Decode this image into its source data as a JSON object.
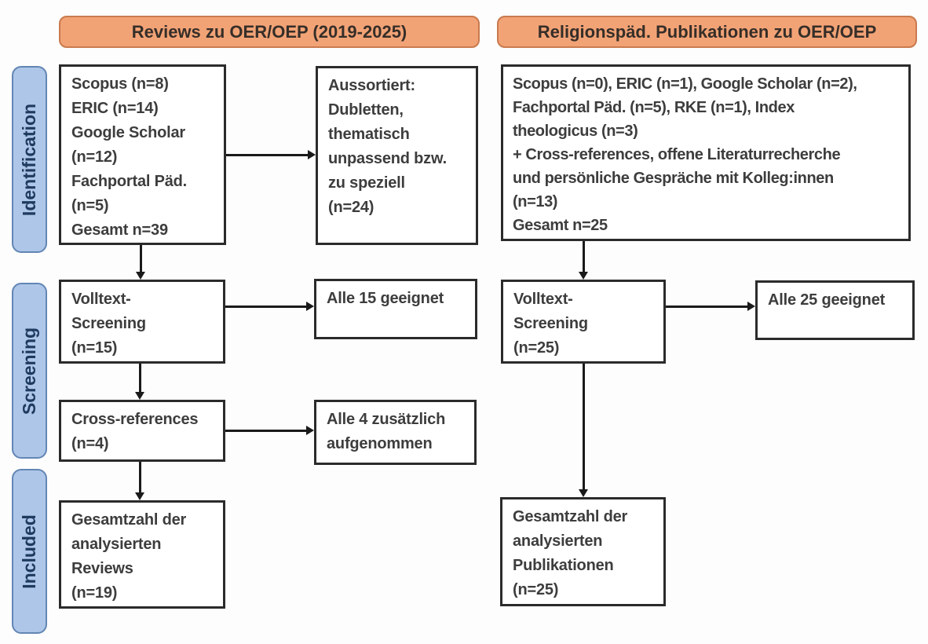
{
  "headers": {
    "left": "Reviews zu OER/OEP (2019-2025)",
    "right": "Religionspäd. Publikationen zu OER/OEP"
  },
  "stages": {
    "identification": "Identification",
    "screening": "Screening",
    "included": "Included"
  },
  "boxes": {
    "left_identification": "Scopus (n=8)\nERIC (n=14)\nGoogle Scholar\n(n=12)\nFachportal Päd.\n(n=5)\nGesamt n=39",
    "left_excluded": "Aussortiert:\nDubletten,\nthematisch\nunpassend bzw.\nzu speziell\n(n=24)",
    "right_identification": "Scopus (n=0), ERIC (n=1), Google Scholar (n=2),\nFachportal Päd. (n=5), RKE (n=1), Index\ntheologicus (n=3)\n+ Cross-references, offene Literaturrecherche\nund persönliche Gespräche mit Kolleg:innen\n(n=13)\nGesamt n=25",
    "left_fulltext_screening": "Volltext-\nScreening\n(n=15)",
    "left_fulltext_result": "Alle 15 geeignet",
    "right_fulltext_screening": "Volltext-\nScreening\n(n=25)",
    "right_fulltext_result": "Alle 25 geeignet",
    "left_crossreferences": "Cross-references\n(n=4)",
    "left_crossreferences_result": "Alle 4 zusätzlich\naufgenommen",
    "left_included_total": "Gesamtzahl der\nanalysierten\nReviews\n(n=19)",
    "right_included_total": "Gesamtzahl der\nanalysierten\nPublikationen\n(n=25)"
  },
  "colors": {
    "header_fill": "#f2a376",
    "header_border": "#c97a4e",
    "header_text": "#362e28",
    "stage_fill": "#aec6e8",
    "stage_border": "#6286b4",
    "stage_text": "#1e3a5f",
    "box_border": "#2b2b2b",
    "box_text": "#3d3d3d",
    "arrow": "#1a1a1a"
  }
}
